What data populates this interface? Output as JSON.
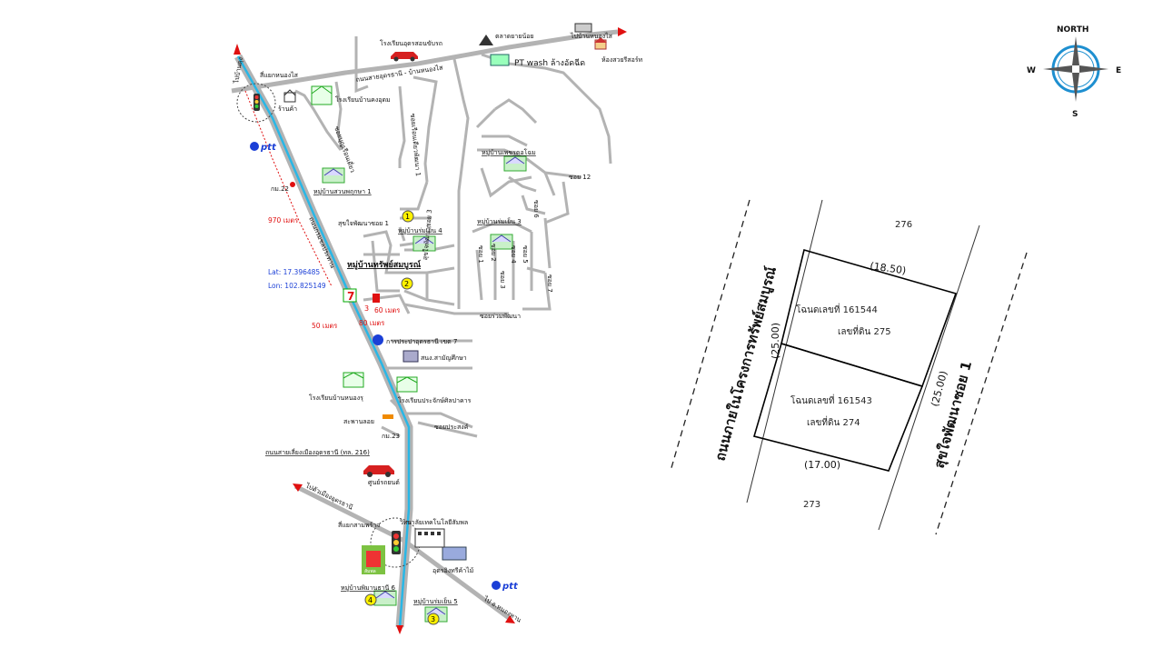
{
  "compass": {
    "north": "NORTH",
    "south": "S",
    "east": "E",
    "west": "W"
  },
  "location_map": {
    "labels": {
      "school_udon_sorn": "โรงเรียนอุดรสอนขับรถ",
      "market": "ตลาดยายน้อย",
      "to_nong_sung": "ไปบ้านหนองไส",
      "pt_wash": "PT wash ล้างอัดฉีด",
      "shophouse": "ห้องสวยรีสอร์ท",
      "junction_nong_sai": "สี่แยกหนองไส",
      "road_udon_nong_sai": "ถนนสายอุดรธานี - บ้านหนองไส",
      "shop": "ร้านค้า",
      "school_khong_udom": "โรงเรียนบ้านคงอุดม",
      "soi_left": "ซอยบุญเรือนเดี่ยว",
      "soi_mid": "ซอยเรือนเดียวพัฒนา 1",
      "ptt1": "ptt",
      "village_suan": "หมู่บ้านสวนพฤกษา 1",
      "village_phet": "หมู่บ้านเพชรดอโฉม",
      "soi_12": "ซอย 12",
      "km22": "กม.22",
      "dist_970": "970 เมตร",
      "road_main": "ถนนกรมชลประทาน",
      "soi_sukjai1": "สุขใจพัฒนาซอย 1",
      "village_rom_yen4": "หมู่บ้านร่มเย็น 4",
      "village_rom_yen3": "หมู่บ้านร่มเย็น 3",
      "soi_sukjai3": "สุขใจพัฒนาซอย 3",
      "soi_1": "ซอย 1",
      "soi_2": "ซอย 2",
      "soi_3": "ซอย 3",
      "soi_4": "ซอย 4",
      "soi_5": "ซอย 5",
      "soi_6": "ซอย 6",
      "soi_7": "ซอย 7",
      "village_sap_somboon": "หมู่บ้านทรัพย์สมบูรณ์",
      "lat": "Lat: 17.396485",
      "lon": "Lon: 102.825149",
      "seven": "7",
      "dist_60": "60 เมตร",
      "dist_80": "80 เมตร",
      "dist_50": "50 เมตร",
      "soi_ruam": "ซอยร่วมพัฒนา",
      "water_auth": "การประปาอุดรธานี เขต 7",
      "nfe": "สนง.สามัญศึกษา",
      "school_nong_ru": "โรงเรียนบ้านหนองรุ",
      "school_prajak": "โรงเรียนประจักษ์ศิลปาคาร",
      "bridge": "สะพานลอย",
      "soi_prasong": "ซอยประสงค์",
      "km23": "กม.23",
      "bypass": "ถนนสายเลี่ยงเมืองอุดรธานี (ทล. 216)",
      "car_center": "ศูนย์รถยนต์",
      "to_udon": "ไปตัวเมืองอุดรธานี",
      "junction_sampan": "สี่แยกสามพร้าว",
      "college": "วิทยาลัยเทคโนโลยีสัมพล",
      "sampan_logo": "สัมพล",
      "udon_wood": "อุดรอิงทรีค้าไม้",
      "ptt2": "ptt",
      "village_phiman": "หมู่บ้านพิมานธานี 6",
      "village_rom_yen5": "หมู่บ้านร่มเย็น 5",
      "to_ban_dung": "ไปบ้านดุง",
      "to_khon_kaen": "ไป อ.หนองหาน",
      "num1": "1",
      "num2": "2",
      "num3": "3",
      "num4": "4",
      "num5": "3"
    }
  },
  "parcel_plan": {
    "road_left": "ถนนภายในโครงการทรัพย์สมบูรณ์",
    "road_right": "สุขใจพัฒนาซอย 1",
    "neighbors": {
      "north": "276",
      "south": "273"
    },
    "plots": [
      {
        "deed": "โฉนดเลขที่ 161544",
        "land_no": "เลขที่ดิน 275"
      },
      {
        "deed": "โฉนดเลขที่ 161543",
        "land_no": "เลขที่ดิน 274"
      }
    ],
    "dimensions": {
      "top": "(18.50)",
      "bottom": "(17.00)",
      "left": "(25.00)",
      "right": "(25.00)"
    }
  },
  "colors": {
    "highway": "#29b7e6",
    "road": "#b3b3b3",
    "boundary": "#e01010",
    "accent_blue": "#1b3fd6",
    "compass_ring": "#1e8fd0"
  }
}
